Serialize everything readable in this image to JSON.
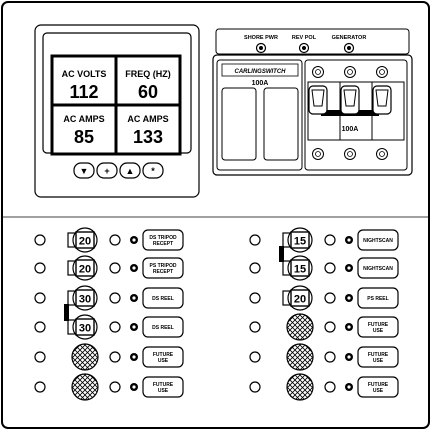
{
  "display": {
    "cells": [
      {
        "label": "AC VOLTS",
        "value": "112"
      },
      {
        "label": "FREQ (HZ)",
        "value": "60"
      },
      {
        "label": "AC AMPS",
        "value": "85"
      },
      {
        "label": "AC AMPS",
        "value": "133"
      }
    ],
    "buttons": [
      {
        "symbol": "▼",
        "icon": "down-arrow-icon"
      },
      {
        "symbol": "+",
        "icon": "plus-icon"
      },
      {
        "symbol": "▲",
        "icon": "up-arrow-icon"
      },
      {
        "symbol": "*",
        "icon": "star-icon"
      }
    ]
  },
  "indicators": {
    "labels": [
      "SHORE PWR",
      "REV POL",
      "GENERATOR"
    ]
  },
  "main_breaker": {
    "brand": "CARLINGSWITCH",
    "rating": "100A",
    "switch_rating": "100A"
  },
  "circuits": {
    "left": [
      {
        "rating": "20",
        "label": [
          "DS TRIPOD",
          "RECEPT"
        ]
      },
      {
        "rating": "20",
        "label": [
          "PS TRIPOD",
          "RECEPT"
        ]
      },
      {
        "rating": "30",
        "label": [
          "DS REEL"
        ]
      },
      {
        "rating": "30",
        "label": [
          "DS REEL"
        ]
      },
      {
        "rating": "",
        "label": [
          "FUTURE",
          "USE"
        ]
      },
      {
        "rating": "",
        "label": [
          "FUTURE",
          "USE"
        ]
      }
    ],
    "right": [
      {
        "rating": "15",
        "label": [
          "NIGHTSCAN"
        ]
      },
      {
        "rating": "15",
        "label": [
          "NIGHTSCAN"
        ]
      },
      {
        "rating": "20",
        "label": [
          "PS REEL"
        ]
      },
      {
        "rating": "",
        "label": [
          "FUTURE",
          "USE"
        ]
      },
      {
        "rating": "",
        "label": [
          "FUTURE",
          "USE"
        ]
      },
      {
        "rating": "",
        "label": [
          "FUTURE",
          "USE"
        ]
      }
    ]
  }
}
